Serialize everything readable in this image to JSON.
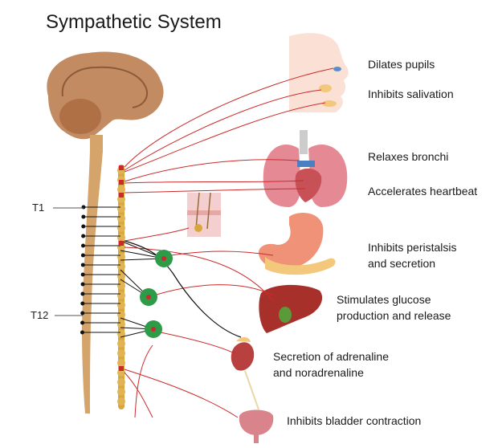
{
  "title": "Sympathetic System",
  "segments": {
    "upper": "T1",
    "lower": "T12"
  },
  "effects": [
    {
      "id": "pupils",
      "text": "Dilates pupils"
    },
    {
      "id": "salivation",
      "text": "Inhibits salivation"
    },
    {
      "id": "bronchi",
      "text": "Relaxes bronchi"
    },
    {
      "id": "heartbeat",
      "text": "Accelerates heartbeat"
    },
    {
      "id": "peristalsis",
      "line1": "Inhibits peristalsis",
      "line2": "and secretion"
    },
    {
      "id": "glucose",
      "line1": "Stimulates glucose",
      "line2": "production and release"
    },
    {
      "id": "adrenaline",
      "line1": "Secretion of adrenaline",
      "line2": "and noradrenaline"
    },
    {
      "id": "bladder",
      "text": "Inhibits bladder contraction"
    }
  ],
  "colors": {
    "nerve": "#cc2a2a",
    "chain": "#d9a63c",
    "spinal_cord": "#d4a46a",
    "ganglion": "#2e9b48",
    "brain": "#b8875c",
    "lung": "#e58a95",
    "liver": "#a8302a",
    "stomach": "#ef9278",
    "kidney": "#b8413f",
    "bladder": "#d9848a",
    "skin": "#f4cfcf"
  },
  "icons": [
    "brain-illustration",
    "face-illustration",
    "lungs-heart-illustration",
    "skin-hair-illustration",
    "stomach-pancreas-illustration",
    "liver-illustration",
    "kidney-adrenal-illustration",
    "bladder-illustration",
    "ganglion-icon"
  ]
}
